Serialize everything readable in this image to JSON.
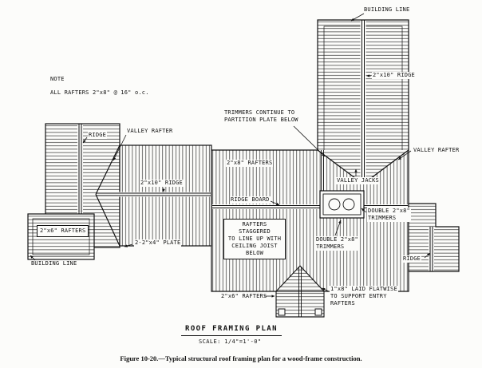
{
  "figure": {
    "title": "ROOF FRAMING PLAN",
    "scale": "SCALE:   1/4\"=1'-0\"",
    "caption": "Figure 10-20.—Typical structural roof framing plan for a wood-frame construction."
  },
  "note": {
    "heading": "NOTE",
    "body": "ALL RAFTERS 2\"x8\" @ 16\" o.c."
  },
  "labels": {
    "building_line_top": "BUILDING LINE",
    "ridge_2x10_wing": "2\"x10\" RIDGE",
    "valley_rafter_right": "VALLEY RAFTER",
    "ridge_left": "RIDGE",
    "valley_rafter_left": "VALLEY RAFTER",
    "trimmers_continue": "TRIMMERS CONTINUE TO\nPARTITION PLATE BELOW",
    "rafters_2x8": "2\"x8\" RAFTERS",
    "ridge_2x10_center": "2\"x10\" RIDGE",
    "ridge_board": "RIDGE BOARD",
    "valley_jacks": "VALLEY JACKS",
    "double_trimmers_right": "DOUBLE 2\"x8\"\nTRIMMERS",
    "rafters_staggered": "RAFTERS STAGGERED\nTO LINE UP WITH\nCEILING JOIST\nBELOW",
    "double_trimmers_center": "DOUBLE 2\"x8\"\nTRIMMERS",
    "rafters_2x6_left": "2\"x6\" RAFTERS",
    "plate_2x4": "2-2\"x4\" PLATE",
    "building_line_bottom": "BUILDING LINE",
    "ridge_right": "RIDGE",
    "rafters_2x6_bottom": "2\"x6\" RAFTERS",
    "laid_flatwise": "1\"x8\" LAID FLATWISE\nTO SUPPORT ENTRY\nRAFTERS"
  },
  "colors": {
    "ink": "#111111",
    "paper": "#fcfcfa"
  }
}
